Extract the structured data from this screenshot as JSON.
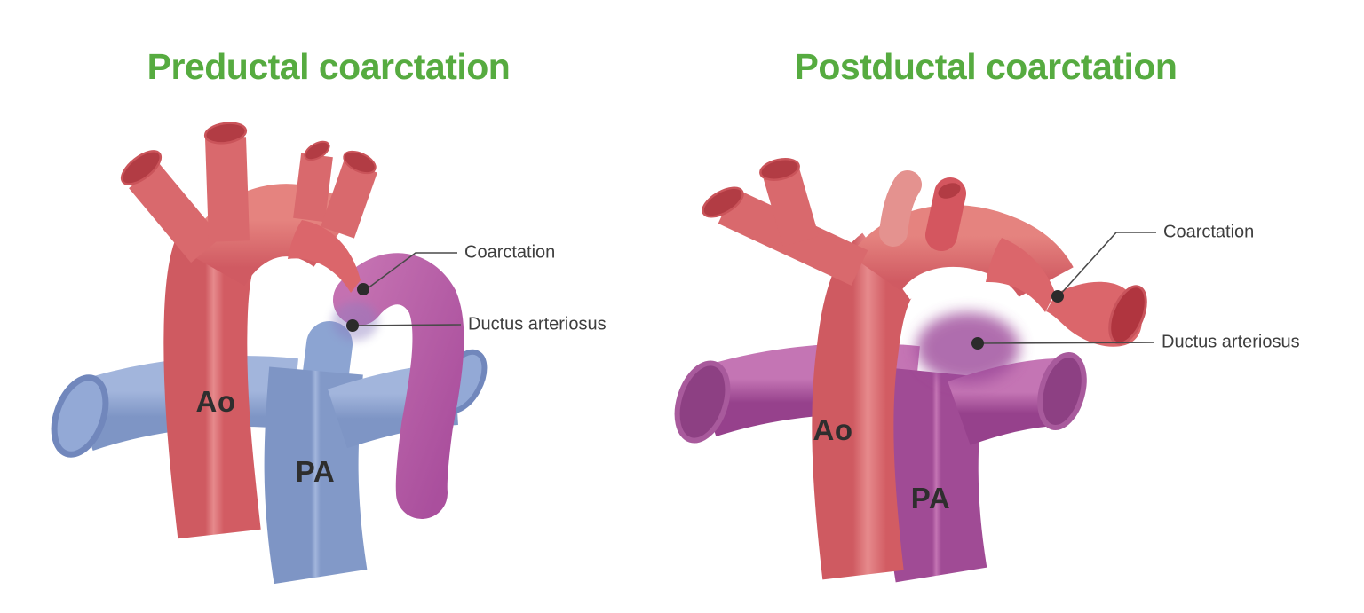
{
  "figure": {
    "type": "medical-illustration",
    "subject": "Coarctation of the aorta: preductal vs postductal",
    "background": "#ffffff"
  },
  "panels": [
    {
      "id": "preductal",
      "title": "Preductal coarctation",
      "vessel_labels": {
        "aorta": "Ao",
        "pulmonary_artery": "PA"
      },
      "annotations": {
        "coarctation": "Coarctation",
        "ductus_arteriosus": "Ductus arteriosus"
      }
    },
    {
      "id": "postductal",
      "title": "Postductal coarctation",
      "vessel_labels": {
        "aorta": "Ao",
        "pulmonary_artery": "PA"
      },
      "annotations": {
        "coarctation": "Coarctation",
        "ductus_arteriosus": "Ductus arteriosus"
      }
    }
  ],
  "colors": {
    "title_green": "#56ab40",
    "annotation_text": "#3e3e3e",
    "vessel_label_text": "#2e2e2e",
    "leader_line": "#4a4a4a",
    "marker_dot": "#2b2b2b",
    "aorta_red": "#db666b",
    "aorta_opening_red": "#b23c44",
    "pulmonary_blue": "#8ca5d2",
    "blue_opening": "#93a9d6",
    "ductus_purple": "#b75fa7",
    "purple_dark": "#8d4083"
  }
}
